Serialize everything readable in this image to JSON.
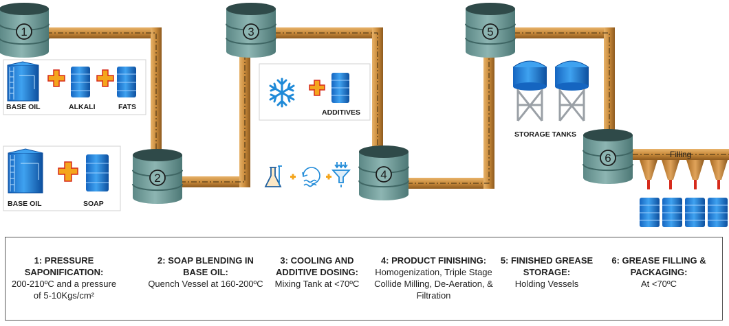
{
  "vessels": [
    {
      "number": "1"
    },
    {
      "number": "2"
    },
    {
      "number": "3"
    },
    {
      "number": "4"
    },
    {
      "number": "5"
    },
    {
      "number": "6"
    }
  ],
  "inputs": {
    "box1": {
      "base_oil": "BASE OIL",
      "alkali": "ALKALI",
      "fats": "FATS"
    },
    "box2": {
      "base_oil": "BASE OIL",
      "soap": "SOAP"
    },
    "box3": {
      "additives": "ADDITIVES"
    }
  },
  "storage_label": "STORAGE TANKS",
  "filling_label": "Filling",
  "steps": [
    {
      "title": "1: PRESSURE SAPONIFICATION:",
      "body": "200-210ºC and a pressure of 5-10Kgs/cm²"
    },
    {
      "title": "2: SOAP BLENDING IN BASE OIL:",
      "body": "Quench Vessel at 160-200ºC"
    },
    {
      "title": "3: COOLING AND ADDITIVE DOSING:",
      "body": "Mixing Tank at <70ºC"
    },
    {
      "title": "4: PRODUCT FINISHING:",
      "body": "Homogenization, Triple Stage Collide Milling, De-Aeration, & Filtration"
    },
    {
      "title": "5: FINISHED GREASE STORAGE:",
      "body": "Holding Vessels"
    },
    {
      "title": "6: GREASE FILLING & PACKAGING:",
      "body": "At <70ºC"
    }
  ],
  "colors": {
    "pipe": "#c98a3a",
    "vessel": "#6f9a98",
    "drum": "#1f7fd6",
    "plus": "#f4a51c"
  }
}
